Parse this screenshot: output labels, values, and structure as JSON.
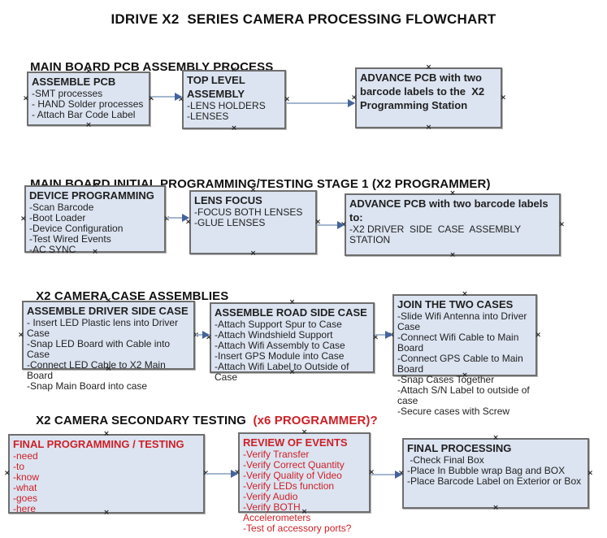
{
  "title": "IDRIVE X2  SERIES CAMERA PROCESSING FLOWCHART",
  "colors": {
    "box_fill": "#dce4f1",
    "box_border": "#6e6e6e",
    "text_black": "#1a1a1a",
    "text_red": "#cc2127",
    "arrow_line": "#a3b6cf",
    "arrow_head": "#44639c"
  },
  "sections": [
    {
      "heading": "MAIN BOARD PCB ASSEMBLY PROCESS",
      "boxes": [
        {
          "title": "ASSEMBLE PCB",
          "lines": [
            "-SMT processes",
            "- HAND Solder processes",
            "- Attach Bar Code Label"
          ]
        },
        {
          "title": "TOP LEVEL ASSEMBLY",
          "lines": [
            "-LENS HOLDERS",
            "-LENSES"
          ]
        },
        {
          "title": "ADVANCE PCB with two barcode labels to the  X2 Programming Station",
          "lines": []
        }
      ]
    },
    {
      "heading": "MAIN BOARD INITIAL PROGRAMMING/TESTING STAGE 1 (X2 PROGRAMMER)",
      "boxes": [
        {
          "title": "DEVICE PROGRAMMING",
          "lines": [
            "-Scan Barcode",
            "-Boot Loader",
            "-Device Configuration",
            "-Test Wired Events",
            "-AC SYNC"
          ]
        },
        {
          "title": "LENS FOCUS",
          "lines": [
            "-FOCUS BOTH LENSES",
            "-GLUE LENSES"
          ]
        },
        {
          "title": "ADVANCE PCB with two barcode labels to:",
          "lines": [
            "-X2 DRIVER  SIDE  CASE  ASSEMBLY STATION"
          ]
        }
      ]
    },
    {
      "heading": "X2 CAMERA CASE ASSEMBLIES",
      "boxes": [
        {
          "title": "ASSEMBLE DRIVER SIDE CASE",
          "lines": [
            "- Insert LED Plastic lens into Driver Case",
            "-Snap LED Board with Cable into Case",
            "-Connect LED Cable to X2 Main Board",
            "-Snap Main Board into case"
          ]
        },
        {
          "title": "ASSEMBLE ROAD SIDE CASE",
          "lines": [
            "-Attach Support Spur to Case",
            "-Attach Windshield Support",
            "-Attach Wifi Assembly to Case",
            "-Insert GPS Module into Case",
            "-Attach Wifi Label to Outside of Case"
          ]
        },
        {
          "title": "JOIN THE TWO CASES",
          "lines": [
            "-Slide Wifi Antenna into Driver Case",
            "-Connect Wifi Cable to Main Board",
            "-Connect GPS Cable to Main Board",
            "-Snap Cases Together",
            "-Attach S/N Label to outside of case",
            "-Secure cases with Screw"
          ]
        }
      ]
    },
    {
      "heading": "X2 CAMERA SECONDARY TESTING ",
      "heading_suffix": " (x6 PROGRAMMER)?",
      "boxes": [
        {
          "title": "FINAL PROGRAMMING / TESTING",
          "text_color": "#cc2127",
          "lines": [
            "-need",
            "-to",
            "-know",
            "-what",
            "-goes",
            "-here"
          ]
        },
        {
          "title": "REVIEW OF EVENTS",
          "text_color": "#cc2127",
          "lines": [
            "-Verify Transfer",
            "-Verify Correct Quantity",
            "-Verify Quality of Video",
            "-Verify LEDs function",
            "-Verify Audio",
            "-Verify BOTH Accelerometers",
            "-Test of accessory ports?"
          ]
        },
        {
          "title": "FINAL PROCESSING",
          "lines": [
            " -Check Final Box",
            "-Place In Bubble wrap Bag and BOX",
            "-Place Barcode Label on Exterior or Box"
          ]
        }
      ]
    }
  ]
}
